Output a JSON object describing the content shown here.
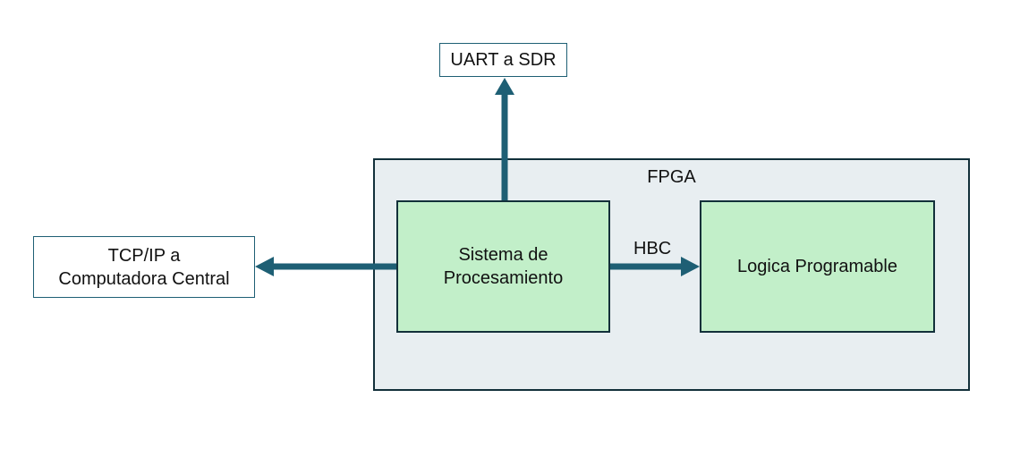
{
  "external": {
    "uart": "UART a SDR",
    "tcp_line1": "TCP/IP a",
    "tcp_line2": "Computadora Central"
  },
  "fpga": {
    "label": "FPGA",
    "processing_line1": "Sistema de",
    "processing_line2": "Procesamiento",
    "logic": "Logica Programable"
  },
  "connections": {
    "hbc_label": "HBC"
  },
  "colors": {
    "arrow": "#1e5f74",
    "block_fill": "#c2efc9",
    "fpga_fill": "#e8eef1",
    "border": "#12303a"
  }
}
